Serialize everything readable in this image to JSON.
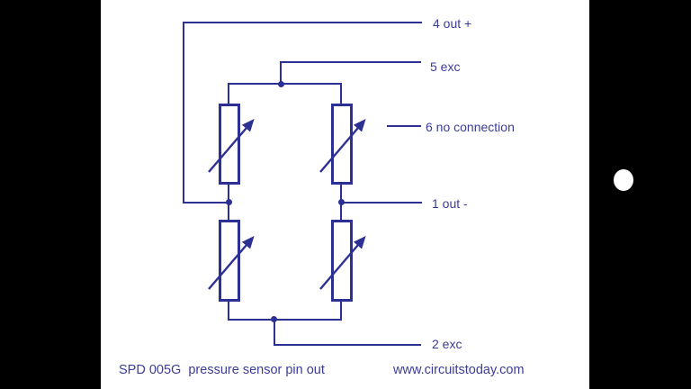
{
  "colors": {
    "backdrop": "#000000",
    "panel": "#ffffff",
    "wire": "#2c3093",
    "label": "#3c3c99"
  },
  "pins": [
    {
      "label": "4 out +"
    },
    {
      "label": "5 exc"
    },
    {
      "label": "6 no connection"
    },
    {
      "label": "1 out -"
    },
    {
      "label": "2 exc"
    }
  ],
  "captions": {
    "title": "SPD 005G  pressure sensor pin out",
    "website": "www.circuitstoday.com"
  },
  "icons": {
    "junction_dot": "filled-circle",
    "variable_resistor_arrow": "diagonal-arrow-up-right",
    "camera_indicator": "white-filled-circle"
  }
}
